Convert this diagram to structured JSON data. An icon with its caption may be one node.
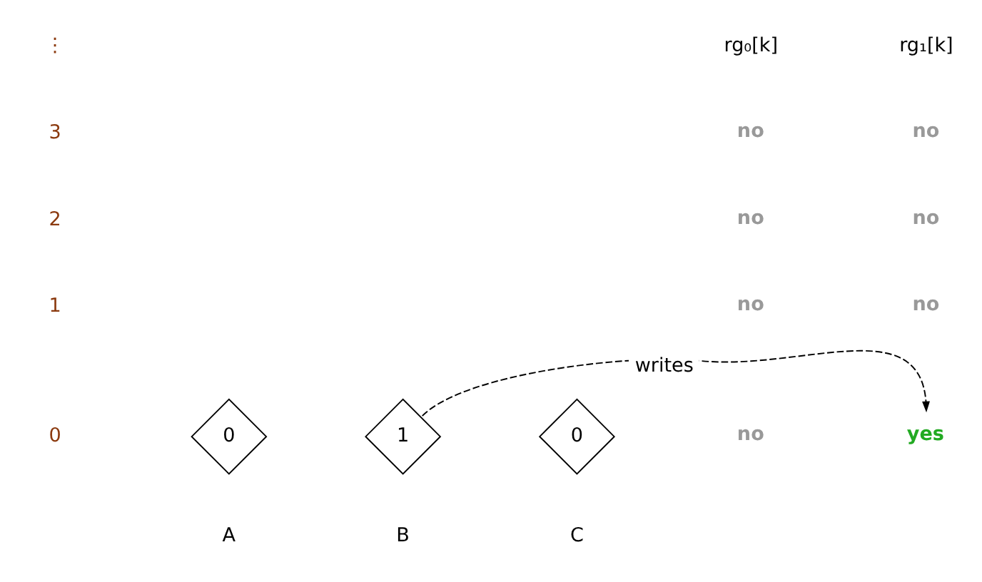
{
  "diagram": {
    "nodes": [
      {
        "text": [
          "0"
        ],
        "beside": [
          "A"
        ]
      },
      {
        "text": [
          "1"
        ],
        "beside": [
          "B"
        ]
      },
      {
        "text": [
          "0"
        ],
        "beside": [
          "C"
        ]
      },
      {
        "text": [
          "yes"
        ]
      }
    ],
    "edges": [
      {
        "from": 1,
        "to": 3,
        "arrow": "to",
        "style": "dashed",
        "label": "writes"
      }
    ],
    "labels": [
      "⋮",
      "rg₀[k]",
      "rg₁[k]",
      "3",
      "no",
      "no",
      "2",
      "no",
      "no",
      "1",
      "no",
      "no",
      "0",
      "no"
    ]
  }
}
